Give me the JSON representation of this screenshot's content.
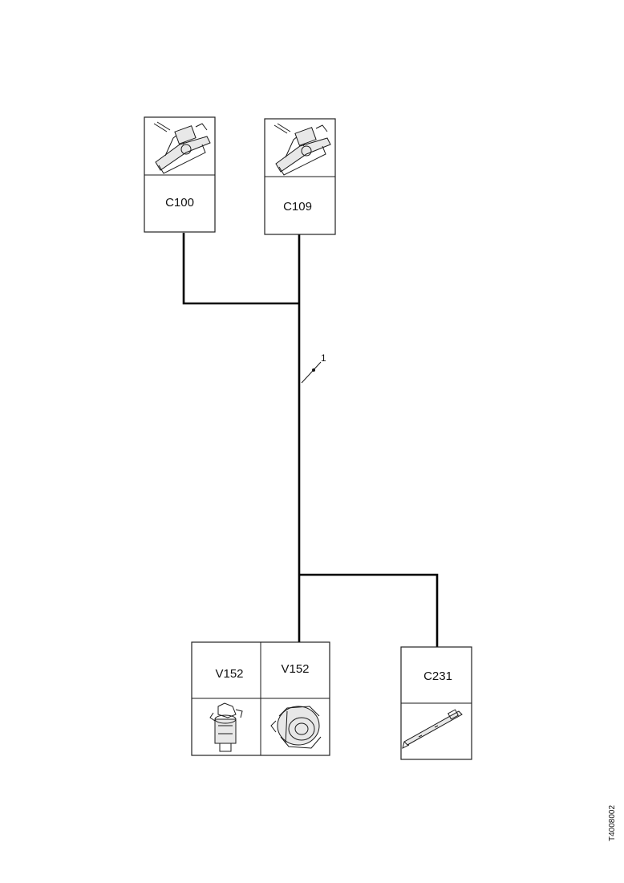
{
  "components": {
    "c100": {
      "label": "C100",
      "icon": "switch-connector-icon"
    },
    "c109": {
      "label": "C109",
      "icon": "switch-connector-icon"
    },
    "v152_a": {
      "label": "V152",
      "icon": "valve-solenoid-icon"
    },
    "v152_b": {
      "label": "V152",
      "icon": "valve-body-icon"
    },
    "c231": {
      "label": "C231",
      "icon": "sensor-rod-icon"
    }
  },
  "callout": {
    "label": "1"
  },
  "reference_code": "T4008002",
  "colors": {
    "wire": "#000000",
    "frame": "#222222",
    "background": "#ffffff"
  }
}
